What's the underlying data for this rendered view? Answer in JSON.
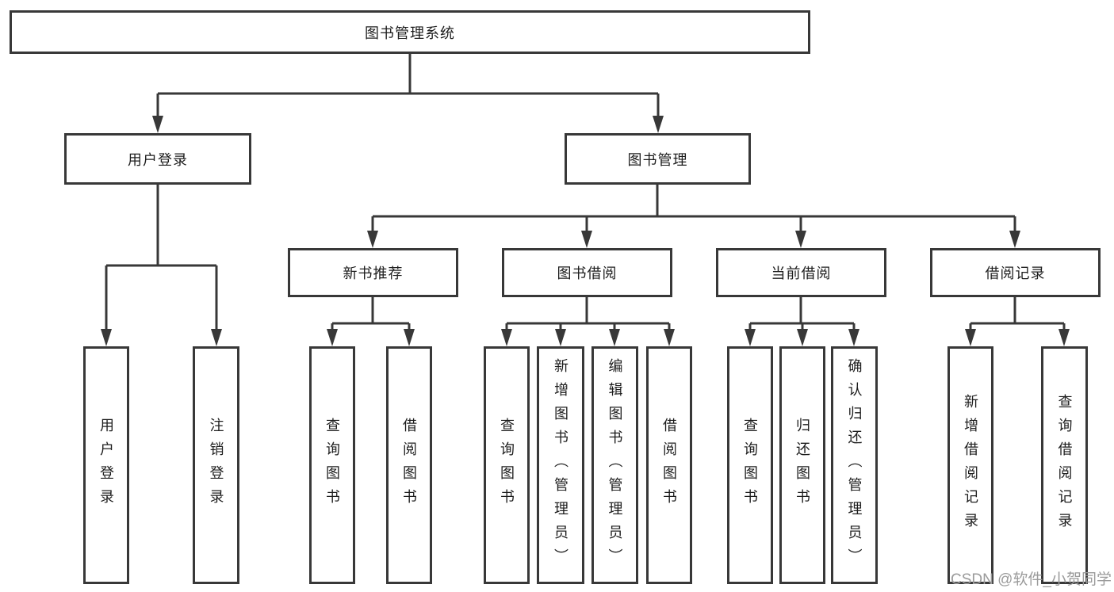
{
  "tree": {
    "label": "图书管理系统",
    "children": [
      {
        "label": "用户登录",
        "children": [
          {
            "label": "用户登录"
          },
          {
            "label": "注销登录"
          }
        ]
      },
      {
        "label": "图书管理",
        "children": [
          {
            "label": "新书推荐",
            "children": [
              {
                "label": "查询图书"
              },
              {
                "label": "借阅图书"
              }
            ]
          },
          {
            "label": "图书借阅",
            "children": [
              {
                "label": "查询图书"
              },
              {
                "label": "新增图书（管理员）"
              },
              {
                "label": "编辑图书（管理员）"
              },
              {
                "label": "借阅图书"
              }
            ]
          },
          {
            "label": "当前借阅",
            "children": [
              {
                "label": "查询图书"
              },
              {
                "label": "归还图书"
              },
              {
                "label": "确认归还（管理员）"
              }
            ]
          },
          {
            "label": "借阅记录",
            "children": [
              {
                "label": "新增借阅记录"
              },
              {
                "label": "查询借阅记录"
              }
            ]
          }
        ]
      }
    ]
  },
  "watermark": "CSDN @软件_小贺同学",
  "colors": {
    "line": "#383838",
    "box_fill": "#ffffff",
    "text": "#1d1d1d",
    "watermark": "#9b9b9b"
  }
}
